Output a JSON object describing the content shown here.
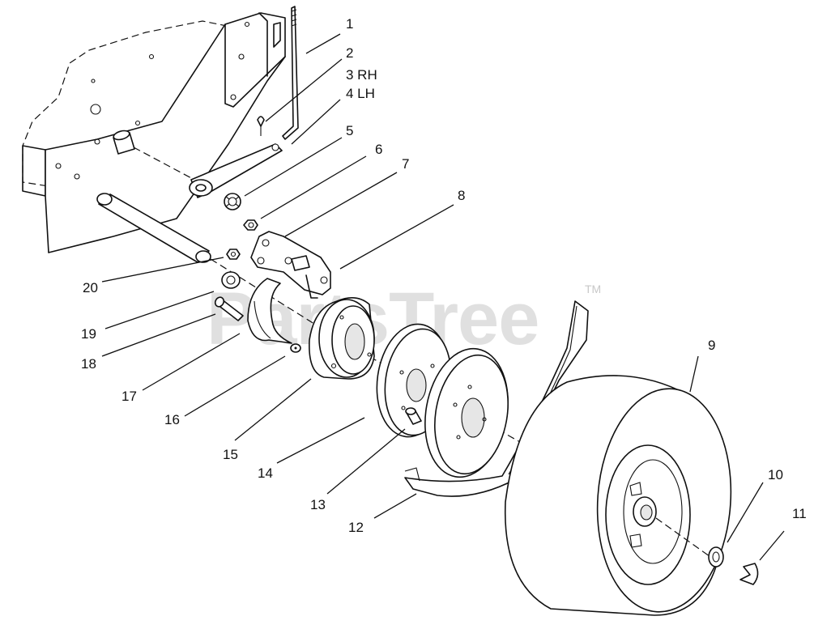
{
  "watermark": {
    "text": "PartsTree",
    "mark": "TM"
  },
  "callouts": [
    {
      "id": "c1",
      "text": "1"
    },
    {
      "id": "c2",
      "text": "2"
    },
    {
      "id": "c3",
      "text": "3 RH"
    },
    {
      "id": "c4",
      "text": "4 LH"
    },
    {
      "id": "c5",
      "text": "5"
    },
    {
      "id": "c6",
      "text": "6"
    },
    {
      "id": "c7",
      "text": "7"
    },
    {
      "id": "c8",
      "text": "8"
    },
    {
      "id": "c9",
      "text": "9"
    },
    {
      "id": "c10",
      "text": "10"
    },
    {
      "id": "c11",
      "text": "11"
    },
    {
      "id": "c12",
      "text": "12"
    },
    {
      "id": "c13",
      "text": "13"
    },
    {
      "id": "c14",
      "text": "14"
    },
    {
      "id": "c15",
      "text": "15"
    },
    {
      "id": "c16",
      "text": "16"
    },
    {
      "id": "c17",
      "text": "17"
    },
    {
      "id": "c18",
      "text": "18"
    },
    {
      "id": "c19",
      "text": "19"
    },
    {
      "id": "c20",
      "text": "20"
    }
  ]
}
